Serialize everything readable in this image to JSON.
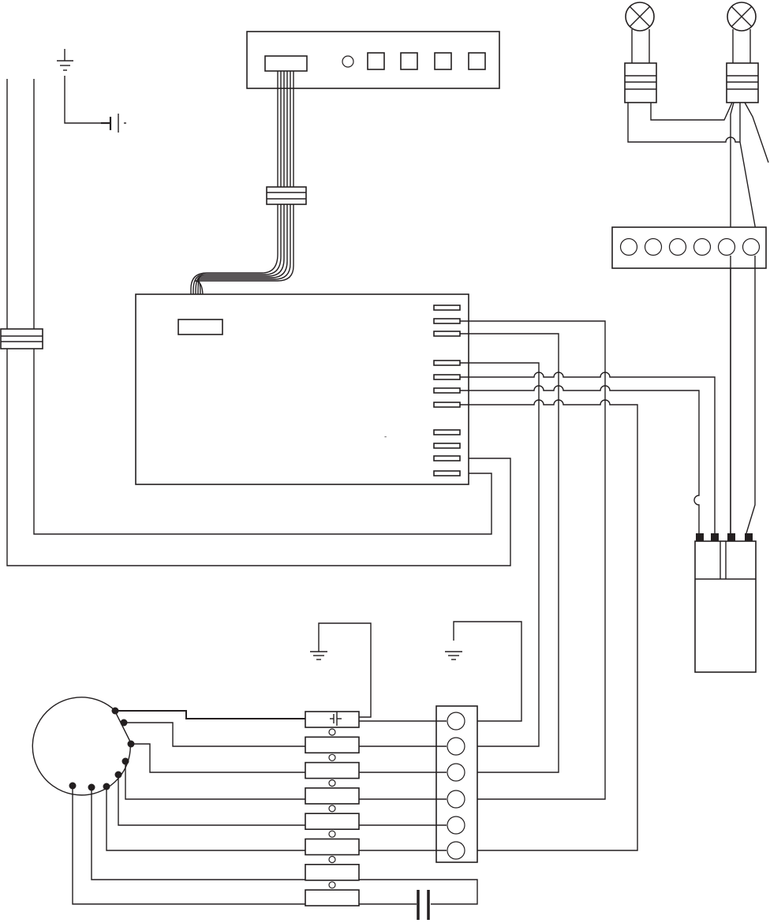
{
  "diagram": {
    "kind": "wiring diagram",
    "colors": {
      "line": "#231f20",
      "background": "#ffffff"
    },
    "visible_marks": {
      "tick_near_control_board": "-"
    },
    "components": {
      "switch_panel": {
        "push_buttons": 4,
        "indicator": 1,
        "ribbon_connector": 1
      },
      "lamps": {
        "count": 2,
        "symbol": "lamp-cross-circle-icon"
      },
      "lamp_connectors": 2,
      "terminal_strip_top": {
        "terminals": 6
      },
      "control_board": {
        "spade_terminals_right": 11,
        "ribbon_connector": 1
      },
      "motor": {
        "leads": 8
      },
      "motor_terminal_block": {
        "positions": 8
      },
      "terminal_strip_bottom": {
        "terminals": 6
      },
      "capacitor": 1,
      "earth_symbols": 3,
      "battery_symbol": 1,
      "power_connector_box": {
        "pins": 4
      }
    }
  }
}
